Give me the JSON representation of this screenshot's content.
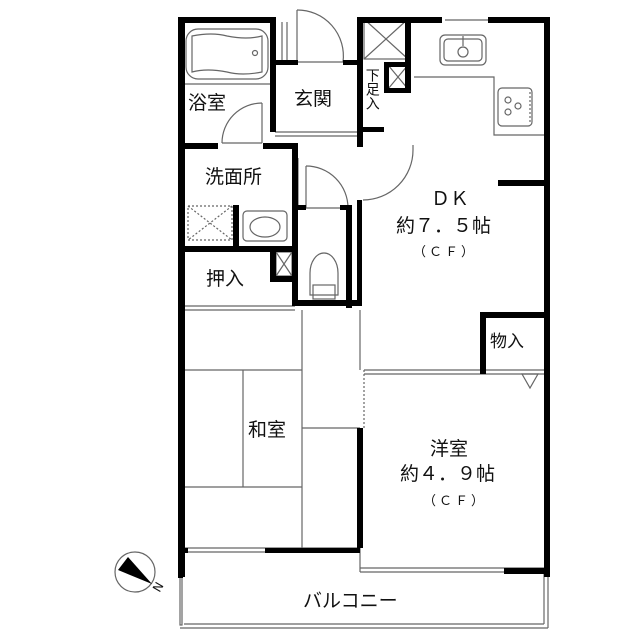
{
  "floorplan": {
    "rooms": {
      "bath": {
        "label": "浴室"
      },
      "entrance": {
        "label": "玄関"
      },
      "shoe_storage": {
        "label": "下足入"
      },
      "washroom": {
        "label": "洗面所"
      },
      "closet": {
        "label": "押入"
      },
      "dk": {
        "label": "ＤＫ",
        "size": "約７．５帖",
        "floor": "（ＣＦ）"
      },
      "storage": {
        "label": "物入"
      },
      "japanese_room": {
        "label": "和室"
      },
      "western_room": {
        "label": "洋室",
        "size": "約４．９帖",
        "floor": "（ＣＦ）"
      },
      "balcony": {
        "label": "バルコニー"
      }
    },
    "compass": {
      "label": "N"
    },
    "colors": {
      "wall": "#000000",
      "line": "#555555",
      "background": "#ffffff"
    }
  }
}
